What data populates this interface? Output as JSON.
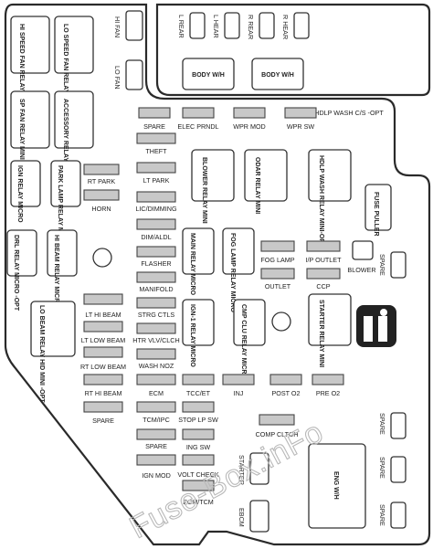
{
  "relays": [
    {
      "id": "hi-speed-fan-relay",
      "text": "HI SPEED FAN RELAY MINI"
    },
    {
      "id": "lo-speed-fan-relay",
      "text": "LO SPEED FAN RELAY MINI"
    },
    {
      "id": "sp-fan-relay",
      "text": "SP FAN RELAY MINI"
    },
    {
      "id": "accessory-relay",
      "text": "ACCESSORY RELAY MINI"
    },
    {
      "id": "ign-relay",
      "text": "IGN RELAY MICRO"
    },
    {
      "id": "park-lamp-relay",
      "text": "PARK LAMP RELAY MICRO"
    },
    {
      "id": "drl-relay",
      "text": "DRL RELAY MICRO -OPT"
    },
    {
      "id": "hi-beam-relay",
      "text": "HI BEAM RELAY MICRO"
    },
    {
      "id": "lo-beam-relay",
      "text": "LO BEAM RELAY HID MINI -OPT"
    },
    {
      "id": "blower-relay",
      "text": "BLOWER RELAY MINI"
    },
    {
      "id": "odar-relay",
      "text": "ODAR RELAY MINI"
    },
    {
      "id": "hdlp-wash-relay",
      "text": "HDLP WASH RELAY MINI-OPT"
    },
    {
      "id": "main-relay",
      "text": "MAIN RELAY MICRO"
    },
    {
      "id": "fog-lamp-relay",
      "text": "FOG LAMP RELAY MICRO"
    },
    {
      "id": "ign1-relay",
      "text": "IGN-1 RELAY MICRO"
    },
    {
      "id": "cmp-clu-relay",
      "text": "CMP CLU RELAY MICRO"
    },
    {
      "id": "starter-relay",
      "text": "STARTER RELAY MINI"
    }
  ],
  "blocks": [
    {
      "id": "body-wh-1",
      "text": "BODY W/H"
    },
    {
      "id": "body-wh-2",
      "text": "BODY W/H"
    },
    {
      "id": "fuse-puller",
      "text": "FUSE PULLER"
    },
    {
      "id": "eng-wh",
      "text": "ENG W/H"
    },
    {
      "id": "hdlp-wash-cs",
      "text": "HDLP WASH C/S -OPT"
    }
  ],
  "labels": {
    "hi_fan": "HI FAN",
    "lo_fan": "LO FAN",
    "l_rear": "L REAR",
    "l_hear": "L HEAR",
    "r_rear": "R REAR",
    "r_hear": "R HEAR",
    "spare": "SPARE",
    "elec_prndl": "ELEC PRNDL",
    "wpr_mod": "WPR MOD",
    "wpr_sw": "WPR SW",
    "theft": "THEFT",
    "rt_park": "RT PARK",
    "lt_park": "LT PARK",
    "horn": "HORN",
    "lic_dimming": "LIC/DIMMING",
    "dim_aldl": "DIM/ALDL",
    "flasher": "FLASHER",
    "manifold": "MANIFOLD",
    "fog_lamp": "FOG LAMP",
    "ip_outlet": "I/P OUTLET",
    "blower": "BLOWER",
    "outlet": "OUTLET",
    "ccp": "CCP",
    "lt_hi_beam": "LT HI BEAM",
    "lt_low_beam": "LT LOW BEAM",
    "rt_low_beam": "RT LOW BEAM",
    "rt_hi_beam": "RT HI BEAM",
    "strg_ctls": "STRG CTLS",
    "htr_vlv_clch": "HTR VLV/CLCH",
    "wash_noz": "WASH NOZ",
    "ecm": "ECM",
    "tcc_et": "TCC/ET",
    "inj": "INJ",
    "post_o2": "POST O2",
    "pre_o2": "PRE O2",
    "tcm_ipc": "TCM/IPC",
    "stop_lp_sw": "STOP LP SW",
    "comp_clch": "COMP CLTCH",
    "ing_sw": "ING SW",
    "starter": "STARTER",
    "ign_mod": "IGN MOD",
    "volt_check": "VOLT CHECK",
    "ecm_tcm": "ECM/TCM",
    "ebcm": "EBCM"
  },
  "watermark": "Fuse-Box.inFo"
}
